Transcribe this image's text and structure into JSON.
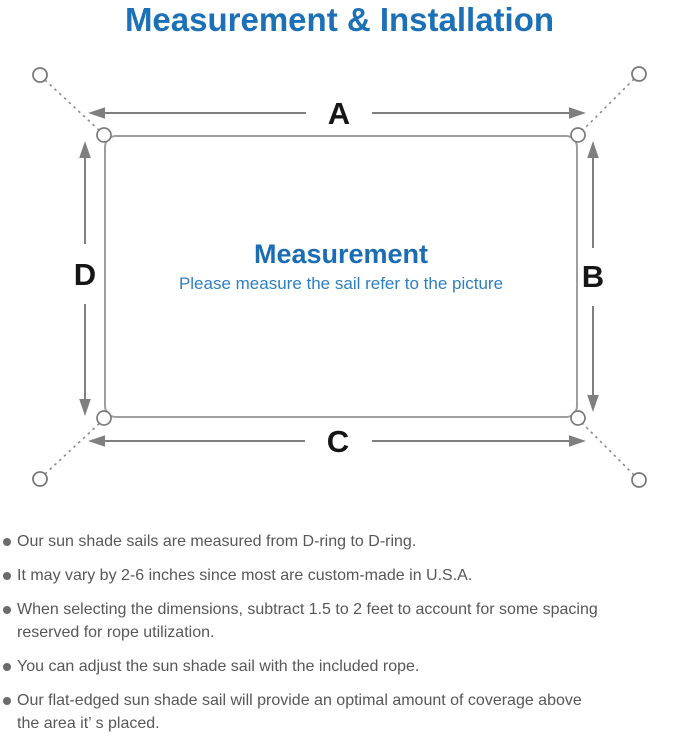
{
  "header": {
    "title": "Measurement & Installation"
  },
  "diagram": {
    "dimension_labels": {
      "top": "A",
      "right": "B",
      "bottom": "C",
      "left": "D"
    },
    "center": {
      "heading": "Measurement",
      "subtitle": "Please measure the sail refer to the picture"
    },
    "colors": {
      "accent_blue": "#1b70b8",
      "heading_blue": "#1a6cb4",
      "subtitle_blue": "#2e7fc1",
      "arrow_gray": "#7f7f7f",
      "outline_gray": "#9e9e9e",
      "label_black": "#161616"
    }
  },
  "notes": {
    "bullet_color": "#6b6b6b",
    "text_color": "#575757",
    "items": [
      "Our sun shade sails are measured from D-ring to D-ring.",
      "It may vary by 2-6 inches since most are custom-made in U.S.A.",
      "When selecting the dimensions, subtract 1.5 to 2 feet to account for some spacing\nreserved for rope utilization.",
      "You can adjust the sun shade sail with the included rope.",
      "Our flat-edged sun shade sail will provide an optimal amount of coverage above\nthe area it’ s placed."
    ]
  }
}
